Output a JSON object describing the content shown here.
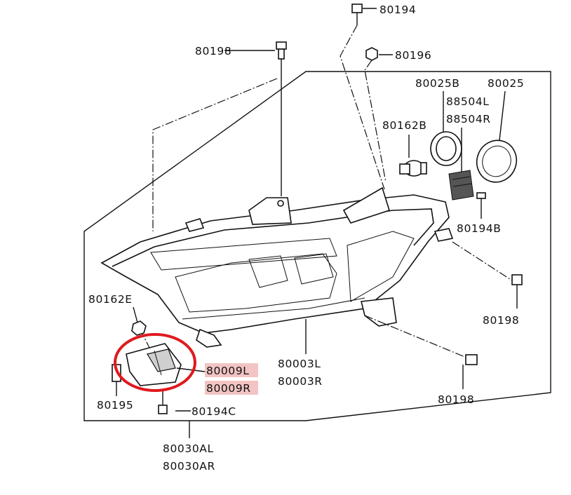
{
  "labels": {
    "p80194": "80194",
    "p80198_top": "80198",
    "p80196": "80196",
    "p80025B": "80025B",
    "p80025": "80025",
    "p88504L": "88504L",
    "p88504R": "88504R",
    "p80162B": "80162B",
    "p80194B": "80194B",
    "p80162E": "80162E",
    "p80198_right": "80198",
    "p80009L": "80009L",
    "p80009R": "80009R",
    "p80003L": "80003L",
    "p80003R": "80003R",
    "p80198_bottom": "80198",
    "p80195": "80195",
    "p80194C": "80194C",
    "p80030AL": "80030AL",
    "p80030AR": "80030AR"
  },
  "colors": {
    "highlight_circle": "#e0191e",
    "highlight_label_bg": "#f2c4c4",
    "line": "#111111"
  }
}
